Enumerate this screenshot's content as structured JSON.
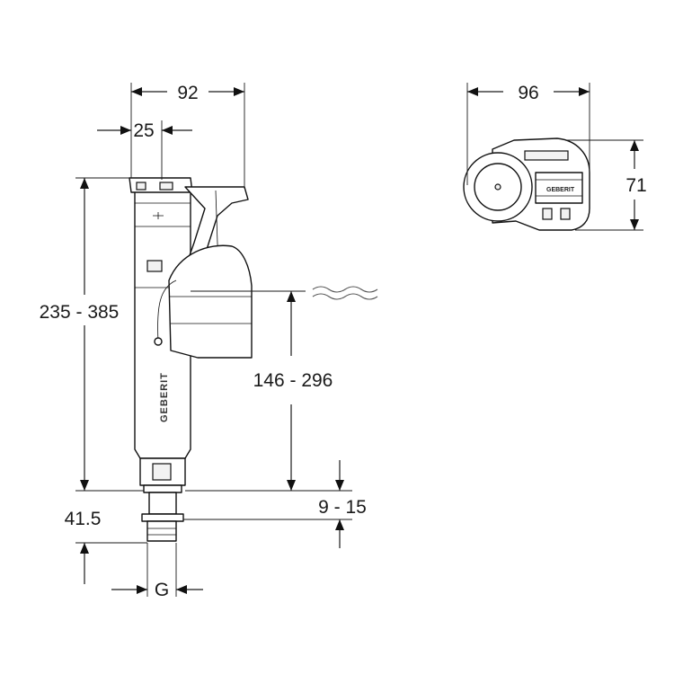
{
  "dimensions": {
    "width_total": "92",
    "width_offset": "25",
    "height_total": "235 - 385",
    "float_level": "146 - 296",
    "shank_adjust": "9 - 15",
    "thread_length": "41.5",
    "thread": "G",
    "top_view_width": "96",
    "top_view_depth": "71"
  },
  "brand": {
    "side_logo": "GEBERIT",
    "top_logo": "GEBERIT"
  },
  "colors": {
    "line": "#111111",
    "water": "#555555"
  }
}
